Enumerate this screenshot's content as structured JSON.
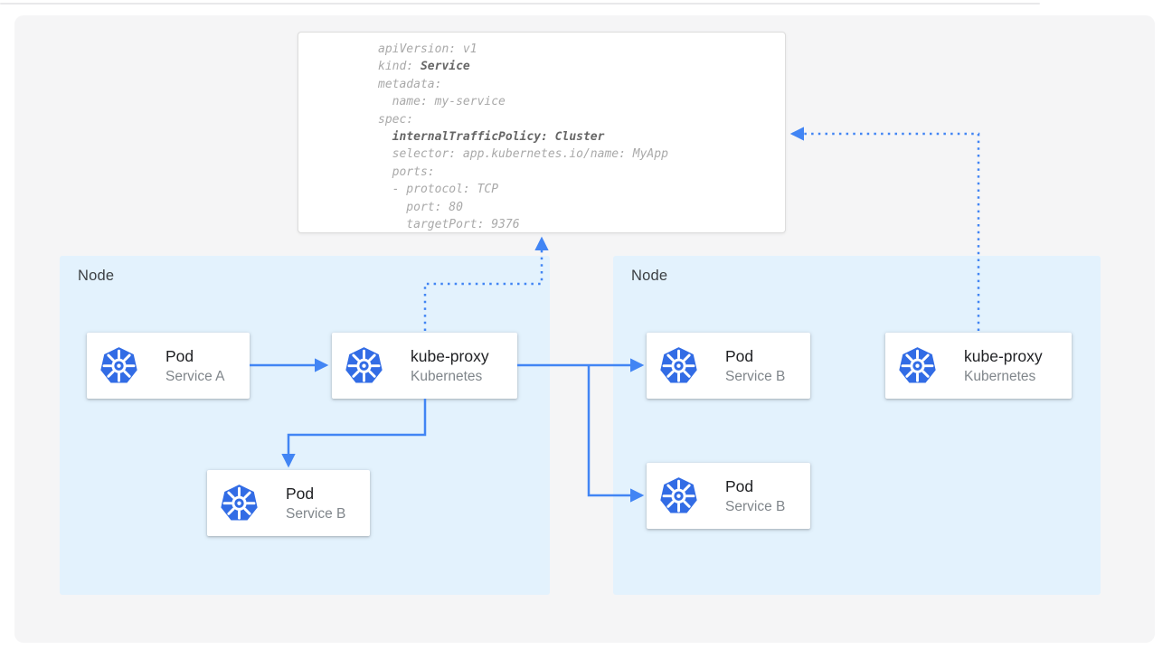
{
  "yaml_panel": {
    "lines": [
      {
        "pre": "apiVersion: v1",
        "bold": "",
        "post": ""
      },
      {
        "pre": "kind: ",
        "bold": "Service",
        "post": ""
      },
      {
        "pre": "metadata:",
        "bold": "",
        "post": ""
      },
      {
        "pre": "  name: my-service",
        "bold": "",
        "post": ""
      },
      {
        "pre": "spec:",
        "bold": "",
        "post": ""
      },
      {
        "pre": "  ",
        "bold": "internalTrafficPolicy: Cluster",
        "post": ""
      },
      {
        "pre": "  selector: app.kubernetes.io/name: MyApp",
        "bold": "",
        "post": ""
      },
      {
        "pre": "  ports:",
        "bold": "",
        "post": ""
      },
      {
        "pre": "  - protocol: TCP",
        "bold": "",
        "post": ""
      },
      {
        "pre": "    port: 80",
        "bold": "",
        "post": ""
      },
      {
        "pre": "    targetPort: 9376",
        "bold": "",
        "post": ""
      }
    ]
  },
  "nodes": [
    {
      "label": "Node",
      "cards": [
        {
          "title": "Pod",
          "subtitle": "Service A",
          "icon": "kubernetes-icon"
        },
        {
          "title": "kube-proxy",
          "subtitle": "Kubernetes",
          "icon": "kubernetes-icon"
        },
        {
          "title": "Pod",
          "subtitle": "Service B",
          "icon": "kubernetes-icon"
        }
      ]
    },
    {
      "label": "Node",
      "cards": [
        {
          "title": "Pod",
          "subtitle": "Service B",
          "icon": "kubernetes-icon"
        },
        {
          "title": "Pod",
          "subtitle": "Service B",
          "icon": "kubernetes-icon"
        },
        {
          "title": "kube-proxy",
          "subtitle": "Kubernetes",
          "icon": "kubernetes-icon"
        }
      ]
    }
  ],
  "connectors": [
    {
      "name": "pod-service-a-to-kube-proxy",
      "style": "solid"
    },
    {
      "name": "kube-proxy-to-pod-service-b-right-top",
      "style": "solid"
    },
    {
      "name": "kube-proxy-branch-to-pod-service-b-right-bottom",
      "style": "solid"
    },
    {
      "name": "kube-proxy-to-pod-service-b-left",
      "style": "solid"
    },
    {
      "name": "kube-proxy-left-to-service-yaml",
      "style": "dotted"
    },
    {
      "name": "kube-proxy-right-to-service-yaml",
      "style": "dotted"
    }
  ],
  "colors": {
    "arrow_blue": "#4285f4",
    "node_fill": "#e3f2fd",
    "canvas_bg": "#f5f5f6",
    "kubernetes_blue": "#326ce5",
    "card_title": "#202124",
    "card_subtitle": "#80868b",
    "yaml_text": "#a9a9a9",
    "yaml_text_bold": "#666666"
  }
}
